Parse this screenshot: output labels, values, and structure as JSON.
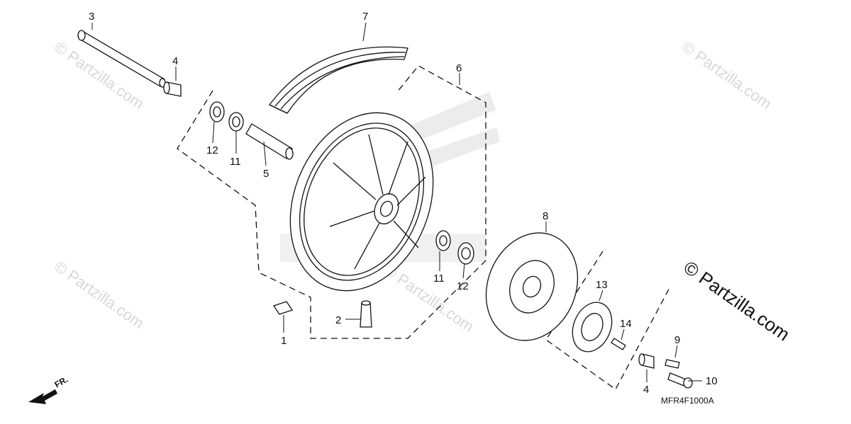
{
  "diagram": {
    "parts": [
      {
        "ref": "1"
      },
      {
        "ref": "2"
      },
      {
        "ref": "3"
      },
      {
        "ref": "4"
      },
      {
        "ref": "4"
      },
      {
        "ref": "5"
      },
      {
        "ref": "6"
      },
      {
        "ref": "7"
      },
      {
        "ref": "8"
      },
      {
        "ref": "9"
      },
      {
        "ref": "10"
      },
      {
        "ref": "11"
      },
      {
        "ref": "11"
      },
      {
        "ref": "12"
      },
      {
        "ref": "12"
      },
      {
        "ref": "13"
      },
      {
        "ref": "14"
      }
    ],
    "drawing_code": "MFR4F1000A",
    "front_arrow_label": "FR.",
    "brand_label": "© Partzilla.com",
    "watermark_text": "© Partzilla.com"
  }
}
